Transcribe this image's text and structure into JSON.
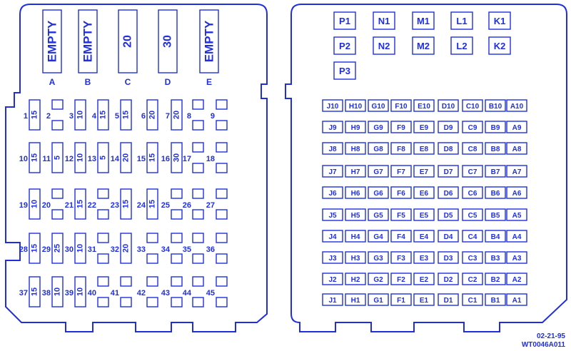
{
  "color": "#1f2fe0",
  "left_panel": {
    "top_fuses": [
      {
        "label": "A",
        "value": "EMPTY"
      },
      {
        "label": "B",
        "value": "EMPTY"
      },
      {
        "label": "C",
        "value": "20"
      },
      {
        "label": "D",
        "value": "30"
      },
      {
        "label": "E",
        "value": "EMPTY"
      }
    ],
    "rows": [
      [
        {
          "n": "1",
          "f": "15"
        },
        {
          "n": "2"
        },
        {
          "n": "3",
          "f": "10"
        },
        {
          "n": "4",
          "f": "15"
        },
        {
          "n": "5",
          "f": "15"
        },
        {
          "n": "6",
          "f": "20"
        },
        {
          "n": "7",
          "f": "20"
        },
        {
          "n": "8"
        },
        {
          "n": "9"
        }
      ],
      [
        {
          "n": "10",
          "f": "15"
        },
        {
          "n": "11",
          "f": "5"
        },
        {
          "n": "12",
          "f": "10"
        },
        {
          "n": "13",
          "f": "5"
        },
        {
          "n": "14",
          "f": "20"
        },
        {
          "n": "15",
          "f": "15"
        },
        {
          "n": "16",
          "f": "30"
        },
        {
          "n": "17"
        },
        {
          "n": "18"
        }
      ],
      [
        {
          "n": "19",
          "f": "10"
        },
        {
          "n": "20"
        },
        {
          "n": "21",
          "f": "15"
        },
        {
          "n": "22"
        },
        {
          "n": "23",
          "f": "15"
        },
        {
          "n": "24",
          "f": "15"
        },
        {
          "n": "25"
        },
        {
          "n": "26"
        },
        {
          "n": "27"
        }
      ],
      [
        {
          "n": "28",
          "f": "15"
        },
        {
          "n": "29",
          "f": "25"
        },
        {
          "n": "30",
          "f": "10"
        },
        {
          "n": "31"
        },
        {
          "n": "32",
          "f": "20"
        },
        {
          "n": "33"
        },
        {
          "n": "34"
        },
        {
          "n": "35"
        },
        {
          "n": "36"
        }
      ],
      [
        {
          "n": "37",
          "f": "15"
        },
        {
          "n": "38",
          "f": "10"
        },
        {
          "n": "39",
          "f": "10"
        },
        {
          "n": "40"
        },
        {
          "n": "41"
        },
        {
          "n": "42"
        },
        {
          "n": "43"
        },
        {
          "n": "44"
        },
        {
          "n": "45"
        }
      ]
    ]
  },
  "right_panel": {
    "relays": [
      [
        "P1",
        "N1",
        "M1",
        "L1",
        "K1"
      ],
      [
        "P2",
        "N2",
        "M2",
        "L2",
        "K2"
      ],
      [
        "P3"
      ]
    ],
    "grid_columns": [
      "J",
      "H",
      "G",
      "F",
      "E",
      "D",
      "C",
      "B",
      "A"
    ],
    "grid_rows": [
      "10",
      "9",
      "8",
      "7",
      "6",
      "5",
      "4",
      "3",
      "2",
      "1"
    ]
  },
  "footer": {
    "date": "02-21-95",
    "code": "WT0046A011"
  }
}
